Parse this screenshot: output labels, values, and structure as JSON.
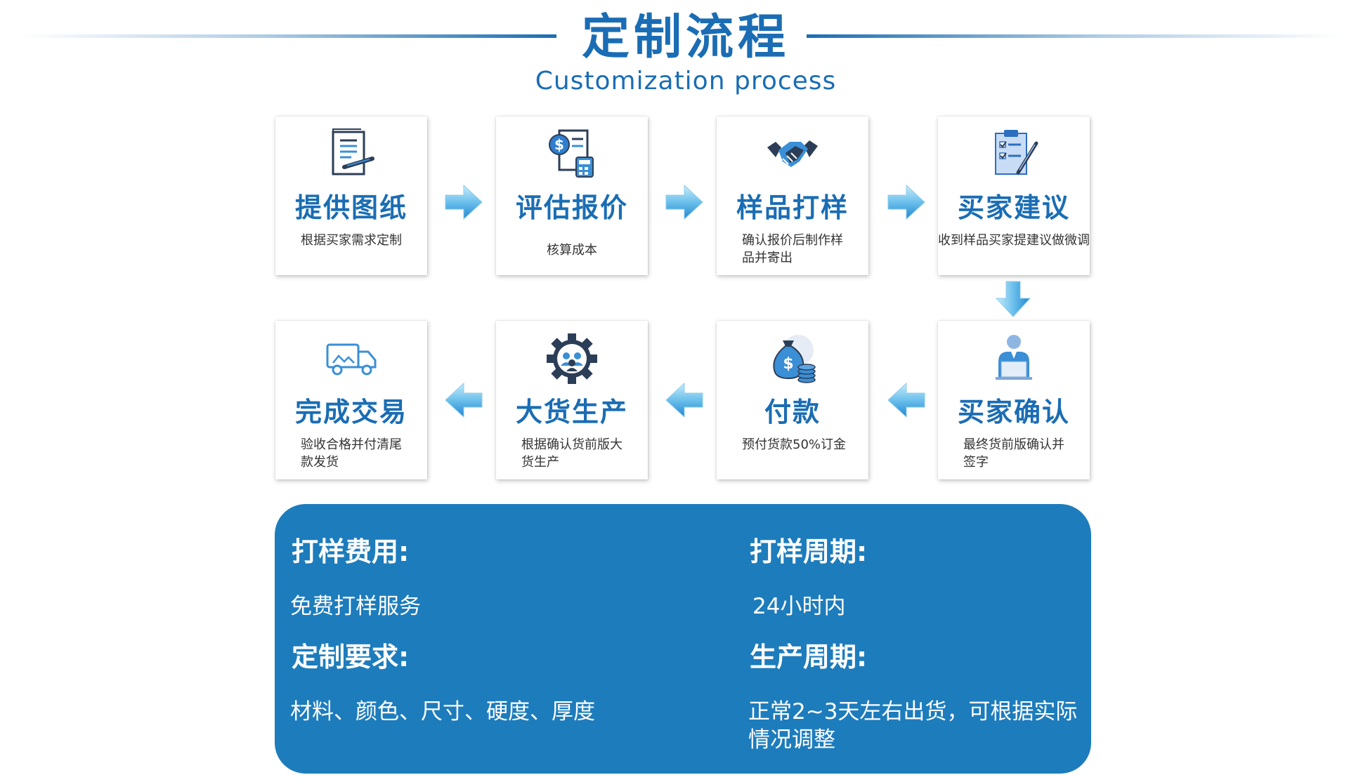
{
  "header": {
    "title": "定制流程",
    "subtitle": "Customization process"
  },
  "steps": [
    {
      "name": "提供图纸",
      "desc": "根据买家需求定制",
      "icon": "document-pen-icon"
    },
    {
      "name": "评估报价",
      "desc": "核算成本",
      "icon": "dollar-calculator-icon"
    },
    {
      "name": "样品打样",
      "desc": "确认报价后制作样品并寄出",
      "icon": "handshake-icon"
    },
    {
      "name": "买家建议",
      "desc": "收到样品买家提建议做微调",
      "icon": "checklist-pen-icon"
    },
    {
      "name": "买家确认",
      "desc": "最终货前版确认并签字",
      "icon": "person-laptop-icon"
    },
    {
      "name": "付款",
      "desc": "预付货款50%订金",
      "icon": "money-bag-coins-icon"
    },
    {
      "name": "大货生产",
      "desc": "根据确认货前版大货生产",
      "icon": "gear-people-icon"
    },
    {
      "name": "完成交易",
      "desc": "验收合格并付清尾款发货",
      "icon": "delivery-truck-icon"
    }
  ],
  "info": {
    "sample_fee_label": "打样费用:",
    "sample_fee_value": "免费打样服务",
    "sample_cycle_label": "打样周期:",
    "sample_cycle_value": "24小时内",
    "custom_req_label": "定制要求:",
    "custom_req_value": "材料、颜色、尺寸、硬度、厚度",
    "production_cycle_label": "生产周期:",
    "production_cycle_value": "正常2~3天左右出货，可根据实际情况调整"
  },
  "colors": {
    "brand_blue": "#1a6db4",
    "panel_blue": "#1d7cbc",
    "arrow_light": "#a8ddf5",
    "arrow_dark": "#2b8fd6"
  }
}
